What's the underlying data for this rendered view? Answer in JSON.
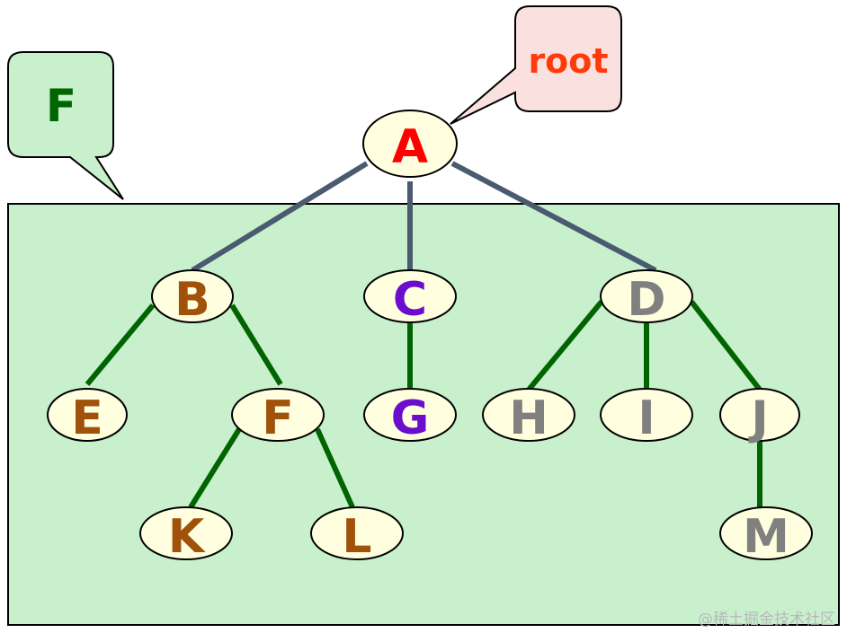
{
  "subtree_callout": {
    "text": "F",
    "color": "#006400",
    "bg": "#c8f0cc"
  },
  "root_callout": {
    "text": "root",
    "color": "#ff3b0a",
    "bg": "#fbe0e0"
  },
  "subtree_region": {
    "bg": "#c8f0cc"
  },
  "node_fill": "#ffffe0",
  "edge_colors": {
    "root_edges": "#4a5a70",
    "subtree_edges": "#006400"
  },
  "nodes": [
    {
      "id": "A",
      "label": "A",
      "color": "#ff0000",
      "level": 0
    },
    {
      "id": "B",
      "label": "B",
      "color": "#a0520a",
      "level": 1
    },
    {
      "id": "C",
      "label": "C",
      "color": "#6a0dcc",
      "level": 1
    },
    {
      "id": "D",
      "label": "D",
      "color": "#808080",
      "level": 1
    },
    {
      "id": "E",
      "label": "E",
      "color": "#a0520a",
      "level": 2
    },
    {
      "id": "F",
      "label": "F",
      "color": "#a0520a",
      "level": 2
    },
    {
      "id": "G",
      "label": "G",
      "color": "#6a0dcc",
      "level": 2
    },
    {
      "id": "H",
      "label": "H",
      "color": "#808080",
      "level": 2
    },
    {
      "id": "I",
      "label": "I",
      "color": "#808080",
      "level": 2
    },
    {
      "id": "J",
      "label": "J",
      "color": "#808080",
      "level": 2
    },
    {
      "id": "K",
      "label": "K",
      "color": "#a0520a",
      "level": 3
    },
    {
      "id": "L",
      "label": "L",
      "color": "#a0520a",
      "level": 3
    },
    {
      "id": "M",
      "label": "M",
      "color": "#808080",
      "level": 3
    }
  ],
  "edges": [
    {
      "from": "A",
      "to": "B",
      "type": "root_edges"
    },
    {
      "from": "A",
      "to": "C",
      "type": "root_edges"
    },
    {
      "from": "A",
      "to": "D",
      "type": "root_edges"
    },
    {
      "from": "B",
      "to": "E",
      "type": "subtree_edges"
    },
    {
      "from": "B",
      "to": "F",
      "type": "subtree_edges"
    },
    {
      "from": "C",
      "to": "G",
      "type": "subtree_edges"
    },
    {
      "from": "D",
      "to": "H",
      "type": "subtree_edges"
    },
    {
      "from": "D",
      "to": "I",
      "type": "subtree_edges"
    },
    {
      "from": "D",
      "to": "J",
      "type": "subtree_edges"
    },
    {
      "from": "F",
      "to": "K",
      "type": "subtree_edges"
    },
    {
      "from": "F",
      "to": "L",
      "type": "subtree_edges"
    },
    {
      "from": "J",
      "to": "M",
      "type": "subtree_edges"
    }
  ],
  "watermark": "@稀土掘金技术社区"
}
